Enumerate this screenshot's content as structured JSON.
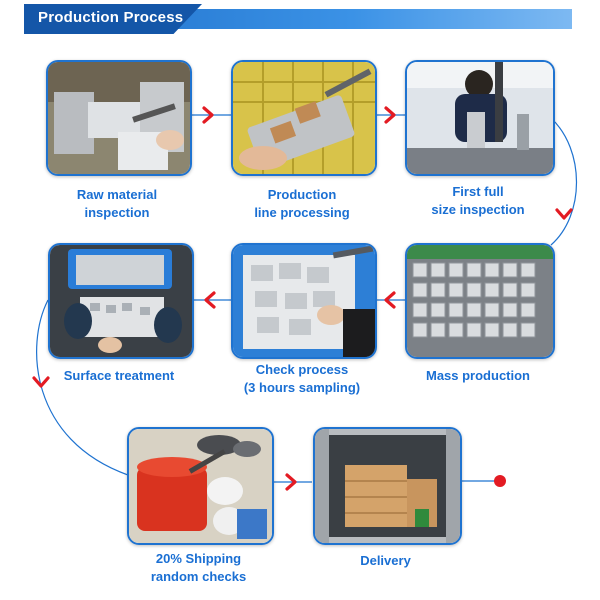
{
  "header": {
    "title": "Production Process"
  },
  "steps": [
    {
      "caption": "Raw material\ninspection",
      "photo_icon": "raw-material-photo"
    },
    {
      "caption": "Production\nline processing",
      "photo_icon": "production-line-photo"
    },
    {
      "caption": "First full\nsize inspection",
      "photo_icon": "first-inspection-photo"
    },
    {
      "caption": "Mass production",
      "photo_icon": "mass-production-photo"
    },
    {
      "caption": "Check process\n(3 hours sampling)",
      "photo_icon": "check-process-photo"
    },
    {
      "caption": "Surface treatment",
      "photo_icon": "surface-treatment-photo"
    },
    {
      "caption": "20% Shipping\nrandom checks",
      "photo_icon": "shipping-check-photo"
    },
    {
      "caption": "Delivery",
      "photo_icon": "delivery-photo"
    }
  ],
  "colors": {
    "accent": "#1f73d0",
    "caption": "#1a6fd3",
    "arrow": "#e31b23",
    "header_dark": "#1456a8"
  }
}
